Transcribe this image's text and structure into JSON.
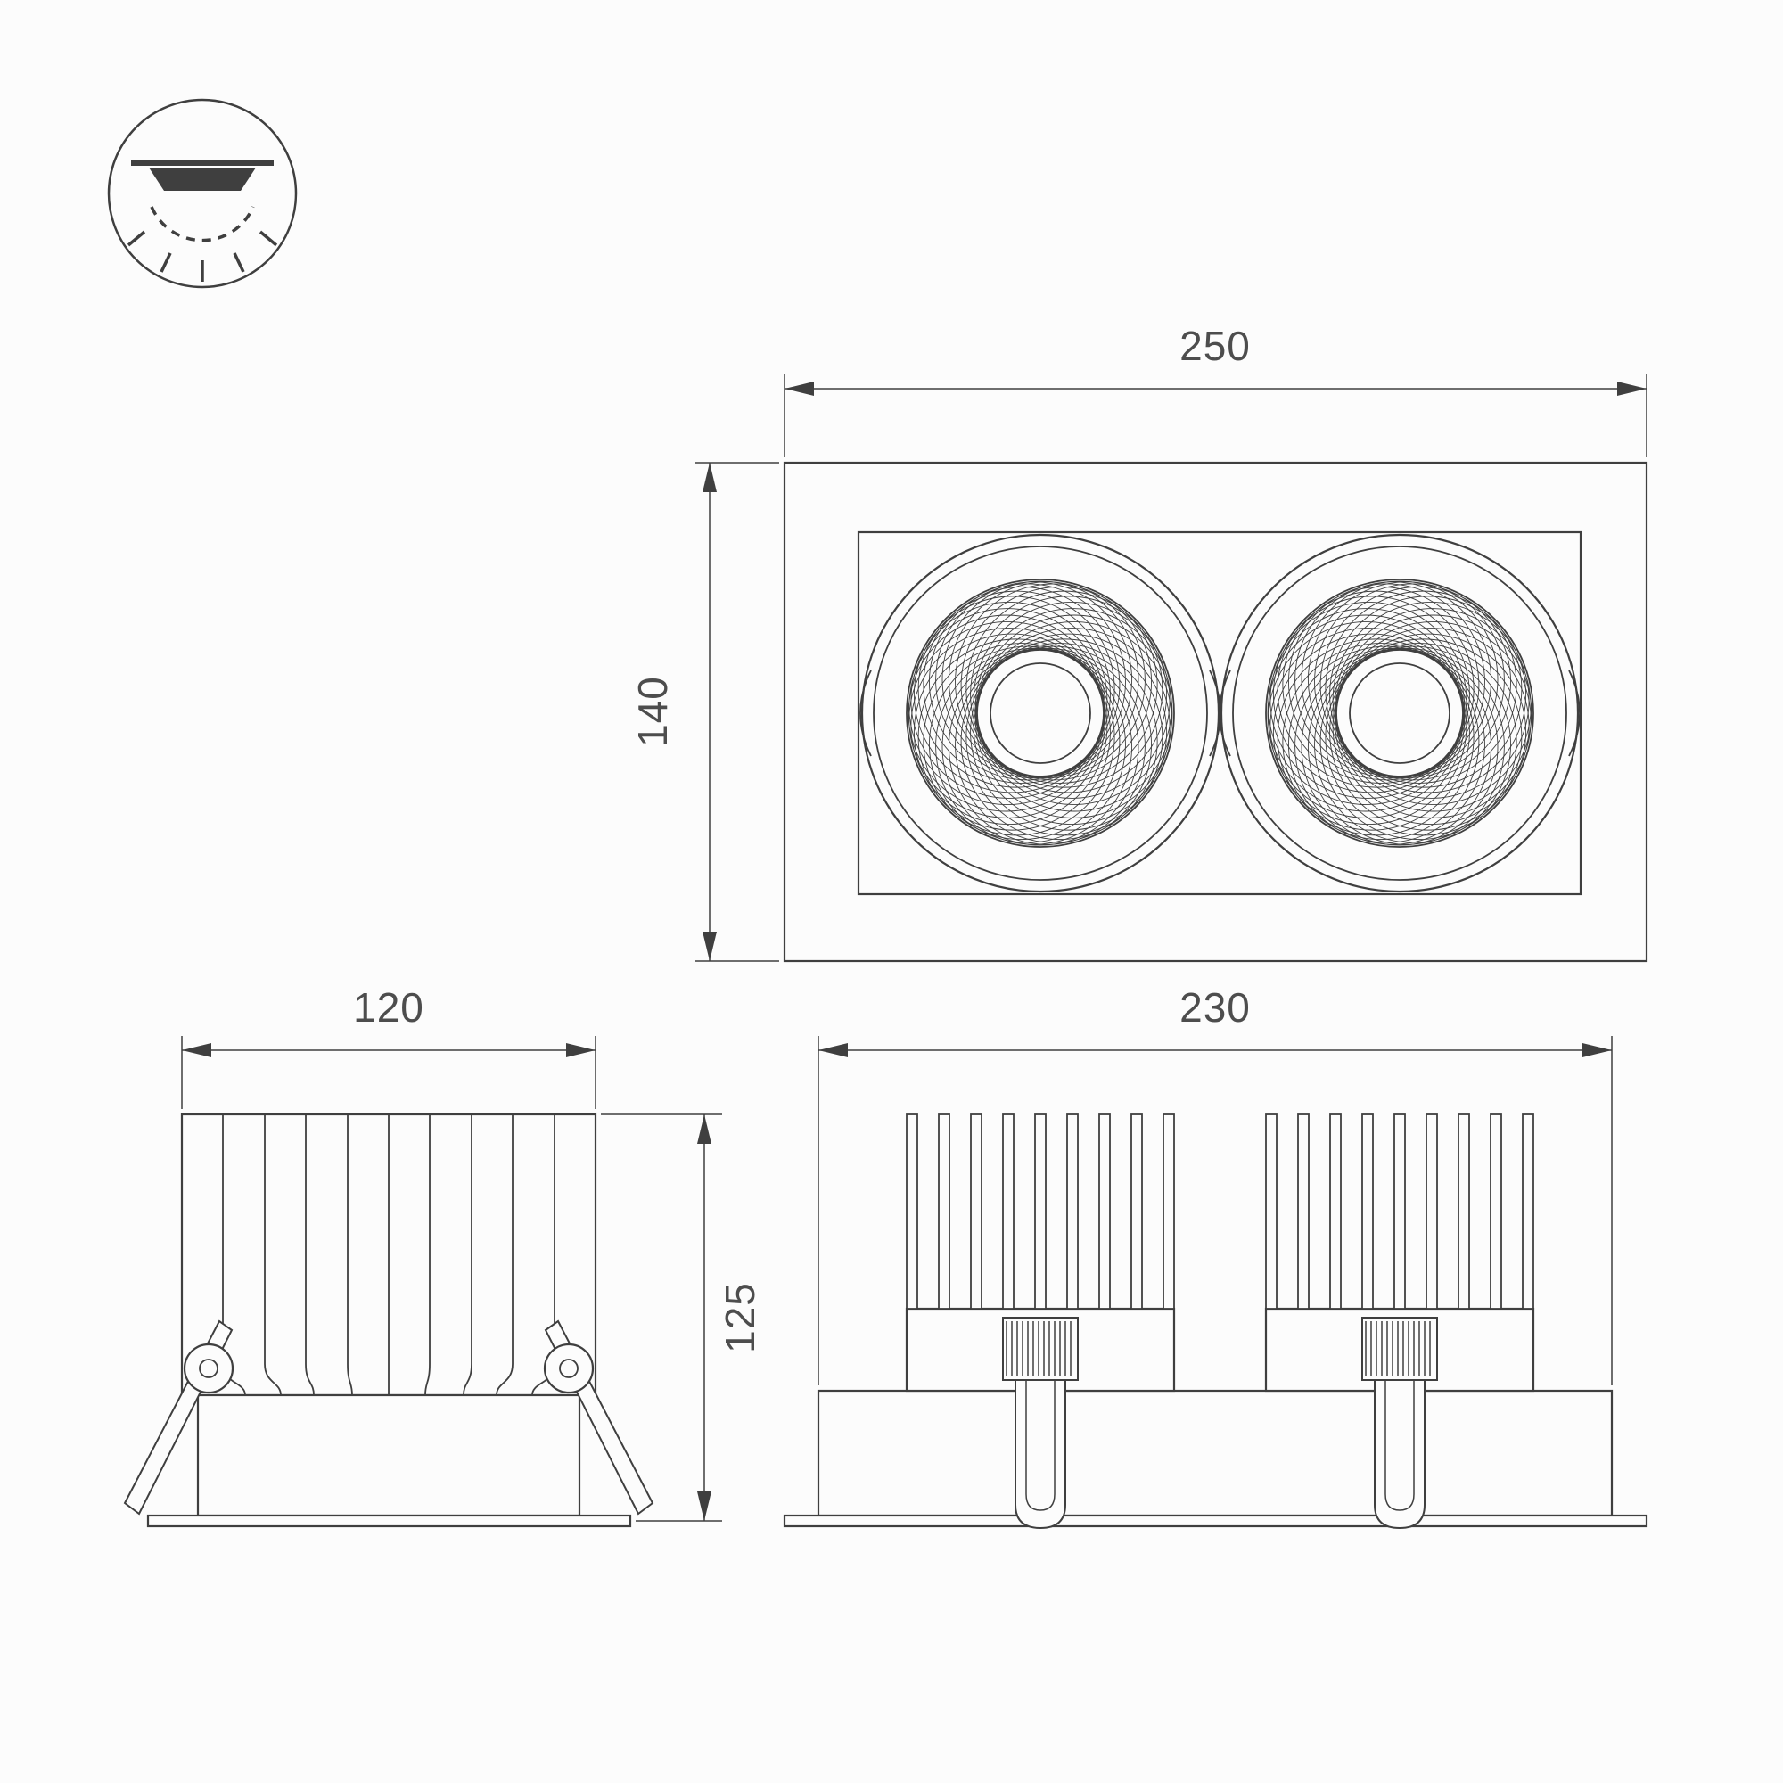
{
  "drawing": {
    "kind": "technical-dimension-drawing",
    "product": "recessed-double-gimbal-downlight",
    "icon": "recessed-downlight",
    "dims": {
      "front_width": "250",
      "front_height": "140",
      "side_width": "120",
      "side_height": "125",
      "end_width": "230"
    }
  },
  "colors": {
    "line": "#3f3f3f",
    "text": "#4d4d4d",
    "background": "#fcfcfc"
  }
}
